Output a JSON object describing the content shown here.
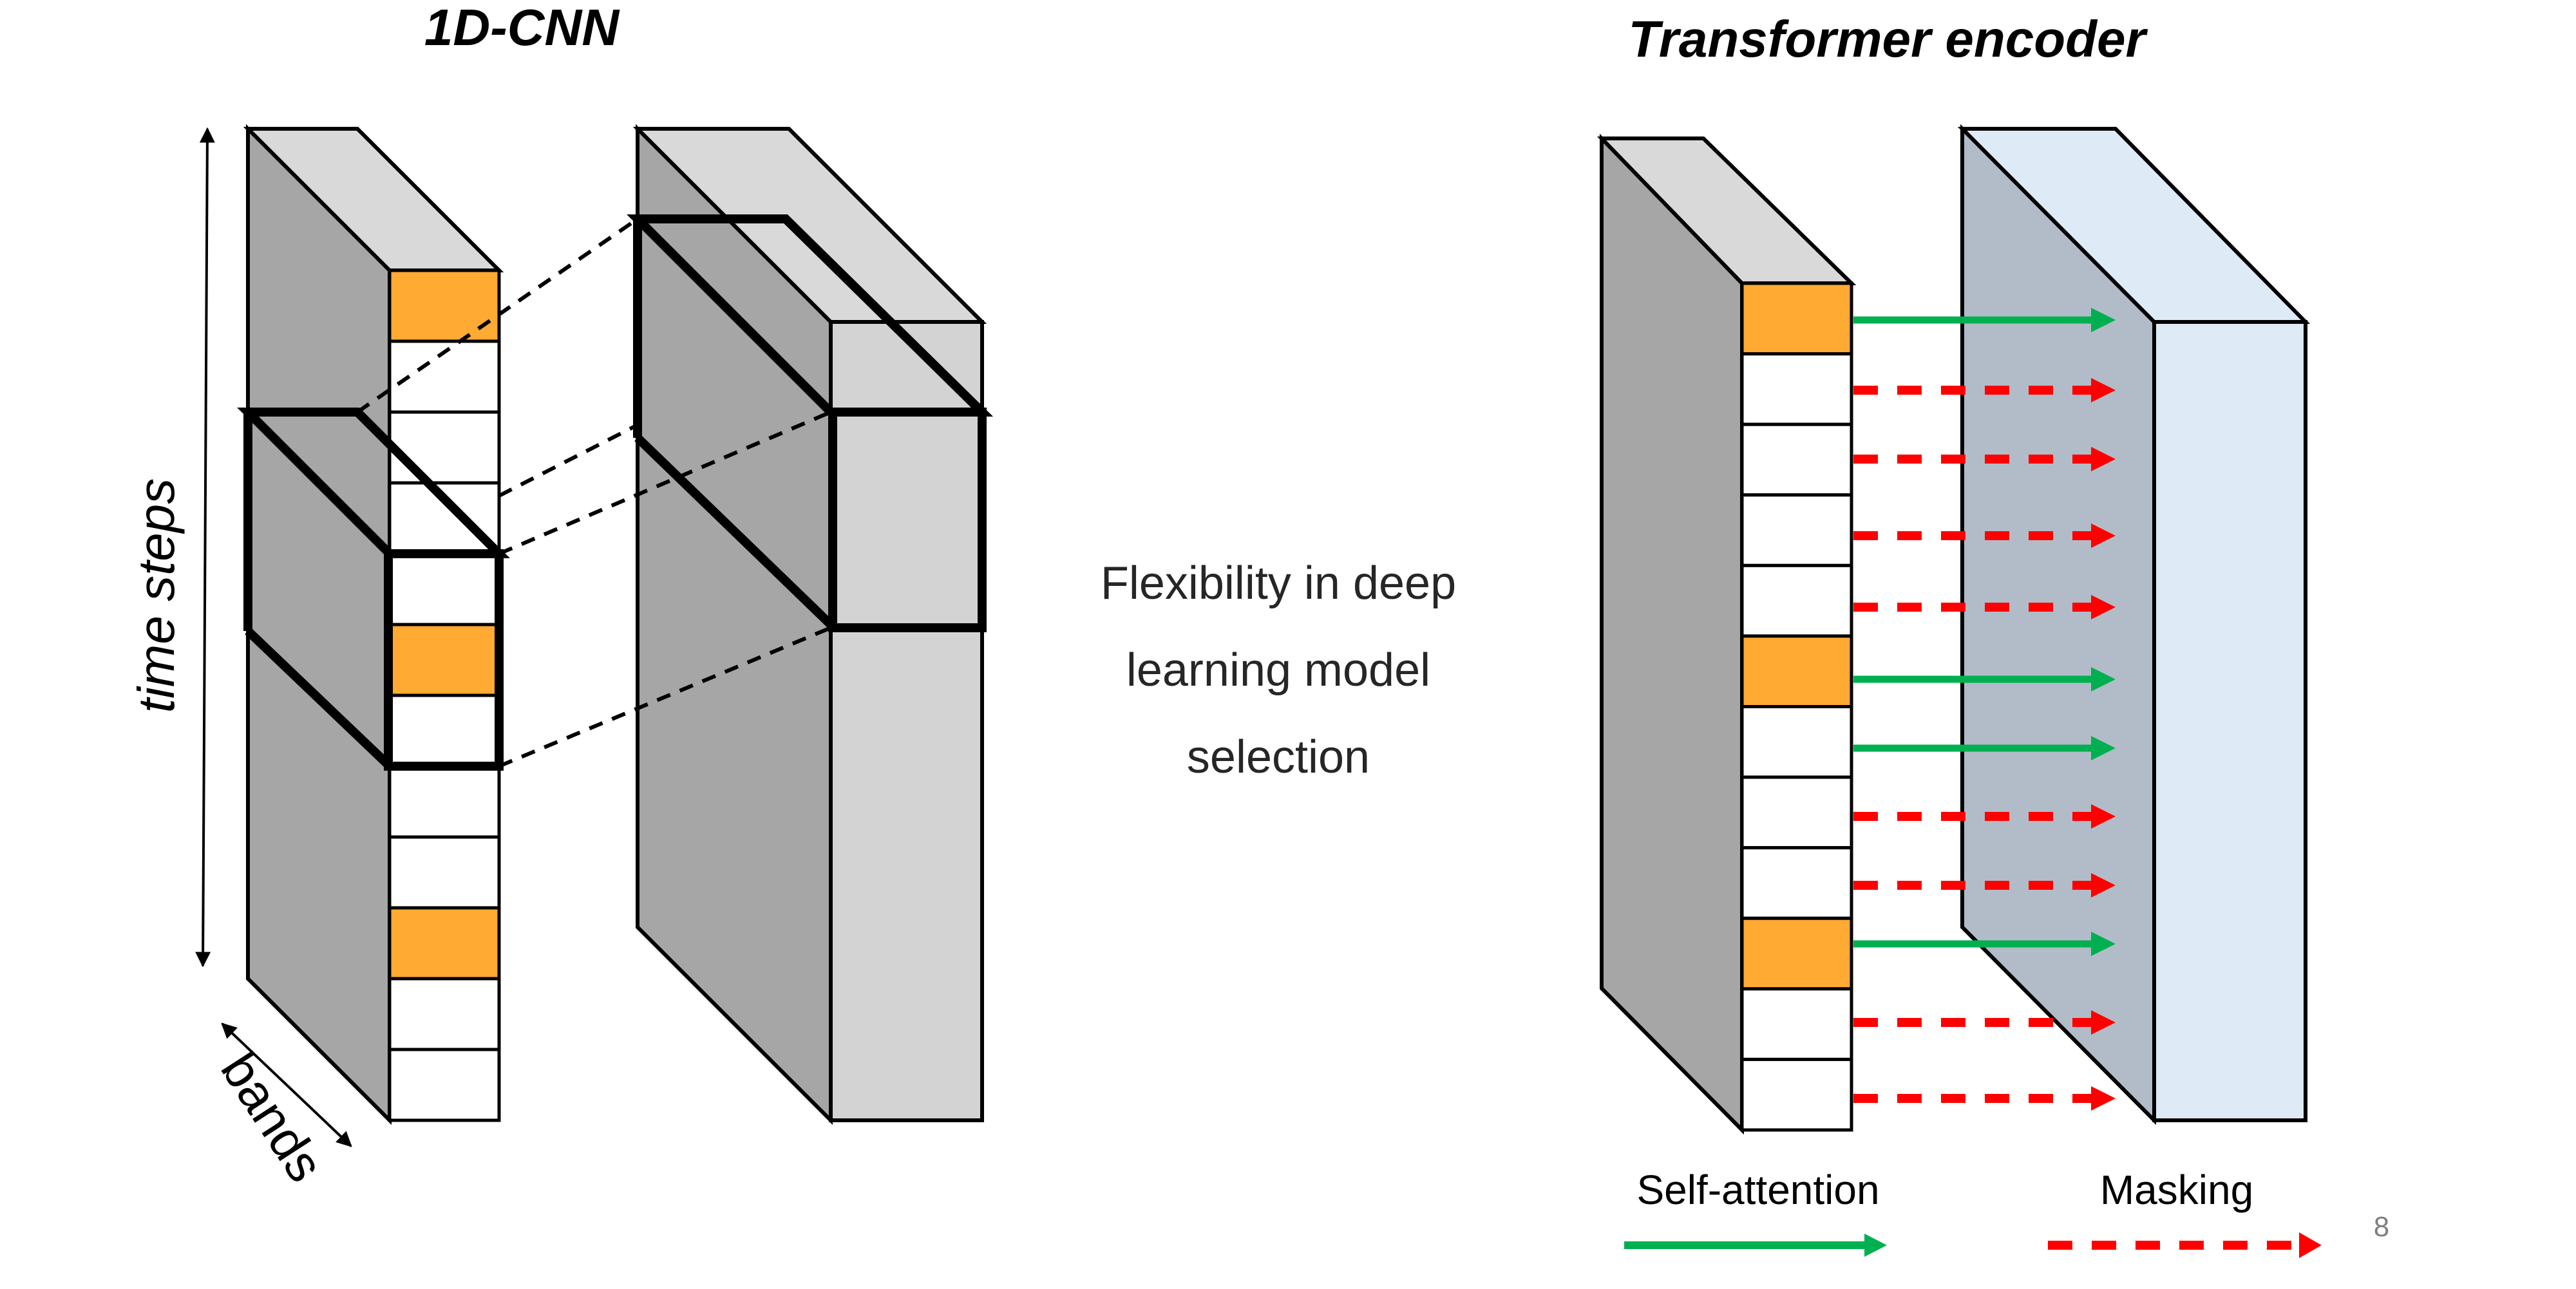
{
  "titles": {
    "cnn": "1D-CNN",
    "transformer": "Transformer encoder"
  },
  "axis_labels": {
    "time": "time steps",
    "bands": "bands"
  },
  "center_text": [
    "Flexibility in deep",
    "learning model",
    "selection"
  ],
  "legend": {
    "self_attention": "Self-attention",
    "masking": "Masking"
  },
  "page_number": "8",
  "colors": {
    "highlight": "#FFAA33",
    "cell": "#FFFFFF",
    "block_side": "#A6A6A6",
    "block_top": "#D9D9D9",
    "block_front": "#D3D3D3",
    "encoder_side": "#B2BCC8",
    "encoder_front": "#DEEAF6",
    "attention": "#00B050",
    "masking": "#FF0000"
  },
  "cnn_cells": [
    true,
    false,
    false,
    false,
    false,
    true,
    false,
    false,
    false,
    true,
    false,
    false
  ],
  "transformer_cells": [
    true,
    false,
    false,
    false,
    false,
    true,
    false,
    false,
    false,
    true,
    false,
    false
  ],
  "transformer_arrows": [
    "attention",
    "mask",
    "mask",
    "mask",
    "mask",
    "attention",
    "attention",
    "mask",
    "mask",
    "attention",
    "mask",
    "mask"
  ]
}
